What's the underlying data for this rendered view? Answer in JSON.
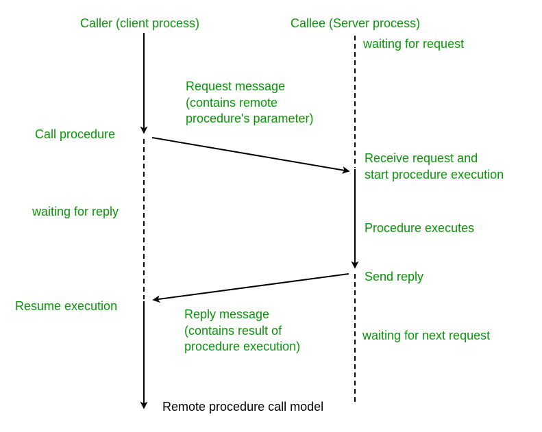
{
  "colors": {
    "accent_green": "#089608",
    "ink": "#000000",
    "background": "#ffffff"
  },
  "diagram": {
    "caller_title": "Caller (client process)",
    "callee_title": "Callee (Server process)",
    "waiting_for_request": "waiting for request",
    "request_message": "Request message\n(contains remote\nprocedure's parameter)",
    "call_procedure": "Call procedure",
    "receive_request": "Receive request and\nstart procedure execution",
    "waiting_for_reply": "waiting for reply",
    "procedure_executes": "Procedure executes",
    "send_reply": "Send reply",
    "resume_execution": "Resume execution",
    "reply_message": "Reply message\n(contains result of\nprocedure execution)",
    "waiting_for_next_request": "waiting for next request",
    "caption": "Remote procedure call model"
  }
}
